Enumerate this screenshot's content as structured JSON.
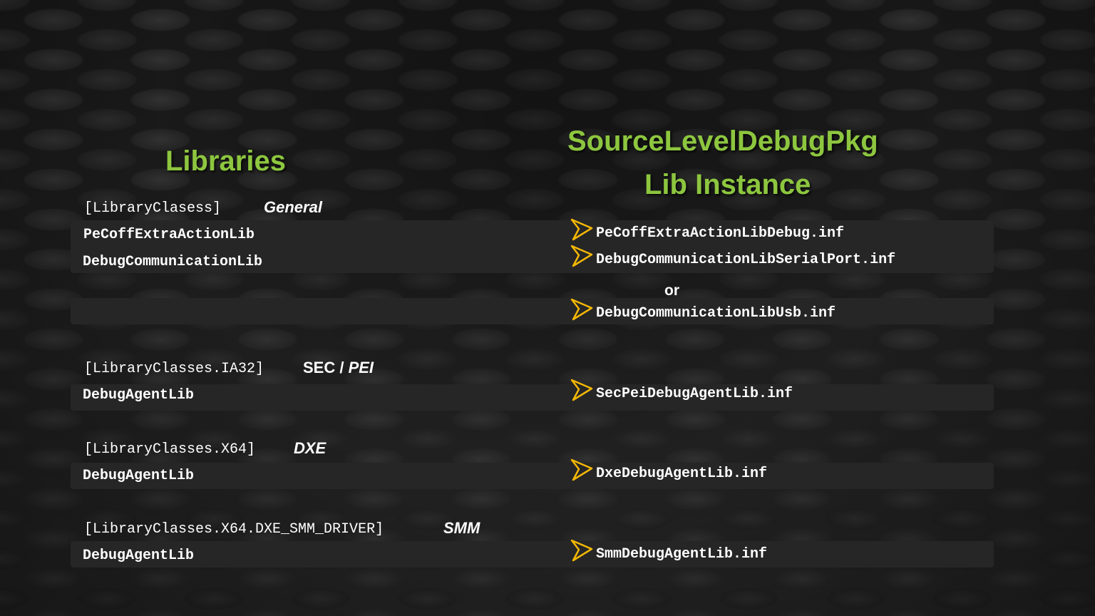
{
  "headings": {
    "libraries": "Libraries",
    "pkg_line1": "SourceLevelDebugPkg",
    "pkg_line2": "Lib Instance"
  },
  "sections": {
    "general": {
      "header": "[LibraryClasess]",
      "tag": "General",
      "libs": [
        "PeCoffExtraActionLib",
        "DebugCommunicationLib"
      ],
      "instances": [
        "PeCoffExtraActionLibDebug.inf",
        "DebugCommunicationLibSerialPort.inf"
      ],
      "or_label": "or",
      "alt_instance": "DebugCommunicationLibUsb.inf"
    },
    "sec_pei": {
      "header": "[LibraryClasses.IA32]",
      "tag_plain": "SEC / ",
      "tag_italic": "PEI",
      "lib": "DebugAgentLib",
      "instance": "SecPeiDebugAgentLib.inf"
    },
    "dxe": {
      "header": "[LibraryClasses.X64]",
      "tag": "DXE",
      "lib": "DebugAgentLib",
      "instance": "DxeDebugAgentLib.inf"
    },
    "smm": {
      "header": "[LibraryClasses.X64.DXE_SMM_DRIVER]",
      "tag": "SMM",
      "lib": "DebugAgentLib",
      "instance": "SmmDebugAgentLib.inf"
    }
  },
  "colors": {
    "heading": "#8dc63f",
    "arrow": "#f2b705",
    "band": "#262626",
    "text": "#ffffff"
  },
  "icons": {
    "bullet": "arrowhead-bullet-icon"
  }
}
